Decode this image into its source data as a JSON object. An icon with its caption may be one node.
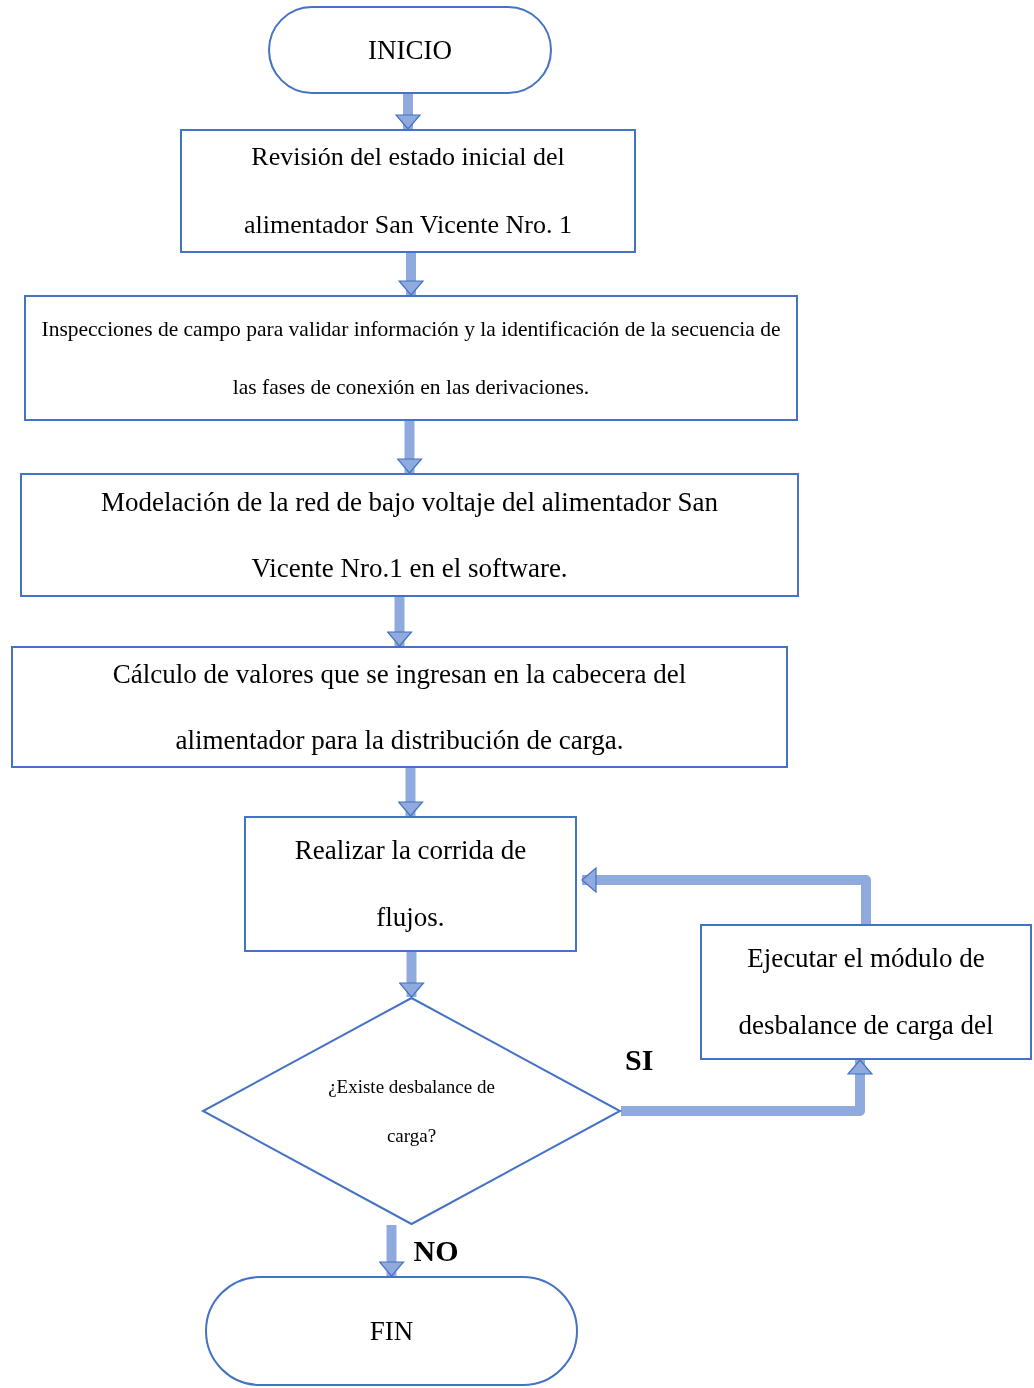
{
  "diagram": {
    "nodes": [
      {
        "text": [
          "INICIO"
        ]
      },
      {
        "text": [
          "Revisión del estado inicial del alimentador San Vicente Nro. 1"
        ]
      },
      {
        "text": [
          "Inspecciones de campo para validar información y la identificación de la secuencia de las fases de conexión en las derivaciones."
        ]
      },
      {
        "text": [
          "Modelación de la red de bajo voltaje del alimentador San Vicente Nro.1 en el software."
        ]
      },
      {
        "text": [
          "Cálculo de valores que se ingresan en la cabecera del alimentador para la distribución de carga."
        ]
      },
      {
        "text": [
          "Realizar la corrida de flujos."
        ]
      },
      {
        "text": [
          "¿Existe desbalance de carga?"
        ]
      },
      {
        "text": [
          "Ejecutar el módulo de desbalance de carga del"
        ]
      },
      {
        "text": [
          "FIN"
        ]
      }
    ],
    "edges": [
      {
        "from": 0,
        "to": 1,
        "arrow": "to"
      },
      {
        "from": 1,
        "to": 2,
        "arrow": "to"
      },
      {
        "from": 2,
        "to": 3,
        "arrow": "to"
      },
      {
        "from": 3,
        "to": 4,
        "arrow": "to"
      },
      {
        "from": 4,
        "to": 5,
        "arrow": "to"
      },
      {
        "from": 5,
        "to": 6,
        "arrow": "to"
      },
      {
        "from": 6,
        "to": 7,
        "arrow": "to",
        "label": "SI"
      },
      {
        "from": 7,
        "to": 5,
        "arrow": "to"
      },
      {
        "from": 6,
        "to": 8,
        "arrow": "to",
        "label": "NO"
      }
    ]
  }
}
